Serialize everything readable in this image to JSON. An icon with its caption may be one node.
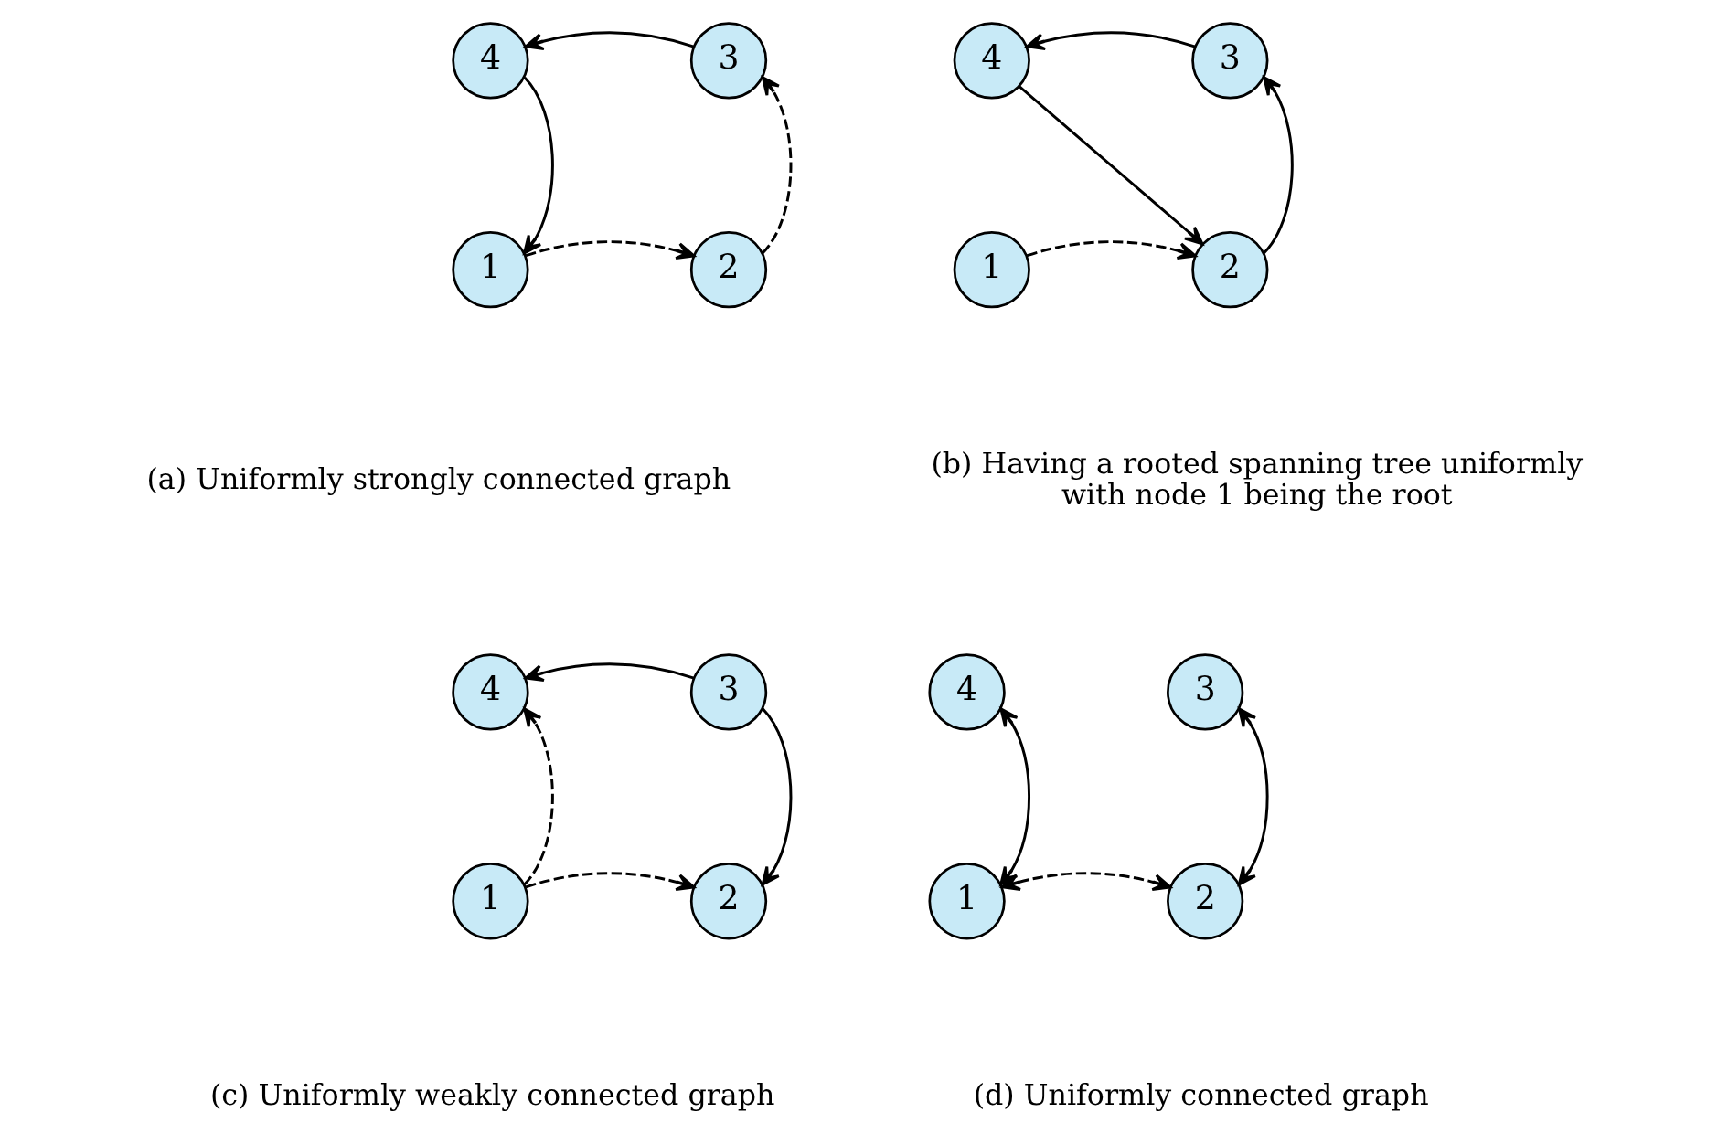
{
  "diagram": {
    "nodes": [
      {
        "text": [
          "4"
        ]
      },
      {
        "text": [
          "3"
        ]
      },
      {
        "text": [
          "1"
        ]
      },
      {
        "text": [
          "2"
        ]
      },
      {
        "text": [
          "4"
        ]
      },
      {
        "text": [
          "3"
        ]
      },
      {
        "text": [
          "1"
        ]
      },
      {
        "text": [
          "2"
        ]
      },
      {
        "text": [
          "4"
        ]
      },
      {
        "text": [
          "3"
        ]
      },
      {
        "text": [
          "1"
        ]
      },
      {
        "text": [
          "2"
        ]
      },
      {
        "text": [
          "4"
        ]
      },
      {
        "text": [
          "3"
        ]
      },
      {
        "text": [
          "1"
        ]
      },
      {
        "text": [
          "2"
        ]
      }
    ],
    "edges": [
      {
        "from": 1,
        "to": 0,
        "arrow": "to"
      },
      {
        "from": 0,
        "to": 2,
        "arrow": "to"
      },
      {
        "from": 2,
        "to": 3,
        "arrow": "to",
        "style": "dashed"
      },
      {
        "from": 3,
        "to": 1,
        "arrow": "to",
        "style": "dashed"
      },
      {
        "from": 5,
        "to": 4,
        "arrow": "to"
      },
      {
        "from": 4,
        "to": 7,
        "arrow": "to"
      },
      {
        "from": 6,
        "to": 7,
        "arrow": "to",
        "style": "dashed"
      },
      {
        "from": 7,
        "to": 5,
        "arrow": "to"
      },
      {
        "from": 9,
        "to": 8,
        "arrow": "to"
      },
      {
        "from": 10,
        "to": 8,
        "arrow": "to",
        "style": "dashed"
      },
      {
        "from": 9,
        "to": 11,
        "arrow": "to"
      },
      {
        "from": 10,
        "to": 11,
        "arrow": "to",
        "style": "dashed"
      },
      {
        "from": 12,
        "to": 14,
        "arrow": "both"
      },
      {
        "from": 13,
        "to": 15,
        "arrow": "both"
      },
      {
        "from": 14,
        "to": 15,
        "arrow": "both",
        "style": "dashed"
      }
    ],
    "labels": [
      "(a) Uniformly strongly connected graph",
      "(b) Having a rooted spanning tree uniformly with node 1 being the root",
      "(c) Uniformly weakly connected graph",
      "(d) Uniformly connected graph"
    ]
  }
}
